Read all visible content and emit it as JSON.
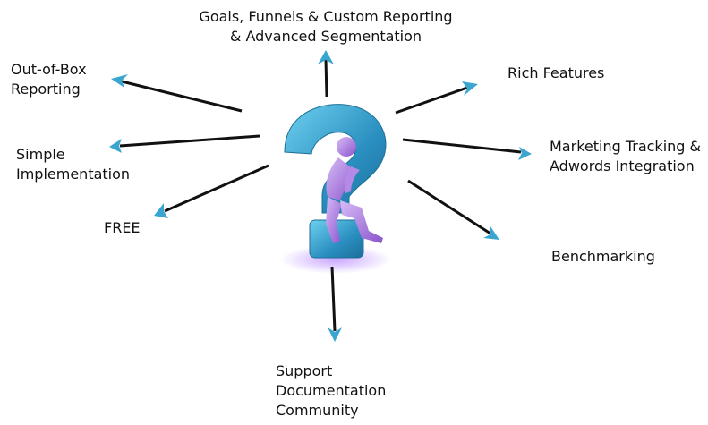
{
  "labels": {
    "goals": [
      "Goals, Funnels & Custom Reporting",
      "& Advanced Segmentation"
    ],
    "rich": [
      "Rich Features"
    ],
    "outofbox": [
      "Out-of-Box",
      "Reporting"
    ],
    "simple": [
      "Simple",
      "Implementation"
    ],
    "marketing": [
      "Marketing Tracking &",
      "Adwords Integration"
    ],
    "free": [
      "FREE"
    ],
    "bench": [
      "Benchmarking"
    ],
    "support": [
      "Support",
      "Documentation",
      "Community"
    ]
  },
  "colors": {
    "arrow_line": "#111111",
    "arrowhead": "#3aa6cf",
    "question_mark": "#2a8fc0",
    "question_mark_light": "#5fc3e6",
    "figure": "#9b6bd9",
    "figure_light": "#c9a8f2",
    "glow": "#c39bff"
  },
  "icons": {
    "center": "question-mark-thinker-icon",
    "arrow_head": "arrowhead-icon"
  }
}
